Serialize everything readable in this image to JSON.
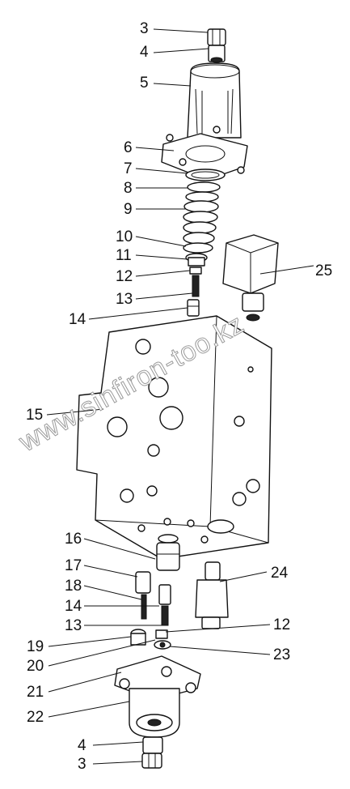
{
  "watermark": "www.sinfiron-too.kz",
  "callouts": [
    {
      "id": "c3-top",
      "label": "3"
    },
    {
      "id": "c4-top",
      "label": "4"
    },
    {
      "id": "c5",
      "label": "5"
    },
    {
      "id": "c6",
      "label": "6"
    },
    {
      "id": "c7",
      "label": "7"
    },
    {
      "id": "c8",
      "label": "8"
    },
    {
      "id": "c9",
      "label": "9"
    },
    {
      "id": "c10",
      "label": "10"
    },
    {
      "id": "c11",
      "label": "11"
    },
    {
      "id": "c12-top",
      "label": "12"
    },
    {
      "id": "c13-top",
      "label": "13"
    },
    {
      "id": "c14-top",
      "label": "14"
    },
    {
      "id": "c15",
      "label": "15"
    },
    {
      "id": "c25",
      "label": "25"
    },
    {
      "id": "c16",
      "label": "16"
    },
    {
      "id": "c17",
      "label": "17"
    },
    {
      "id": "c18",
      "label": "18"
    },
    {
      "id": "c14-bot",
      "label": "14"
    },
    {
      "id": "c13-bot",
      "label": "13"
    },
    {
      "id": "c19",
      "label": "19"
    },
    {
      "id": "c20",
      "label": "20"
    },
    {
      "id": "c21",
      "label": "21"
    },
    {
      "id": "c22",
      "label": "22"
    },
    {
      "id": "c4-bot",
      "label": "4"
    },
    {
      "id": "c3-bot",
      "label": "3"
    },
    {
      "id": "c24",
      "label": "24"
    },
    {
      "id": "c12-bot",
      "label": "12"
    },
    {
      "id": "c23",
      "label": "23"
    }
  ]
}
